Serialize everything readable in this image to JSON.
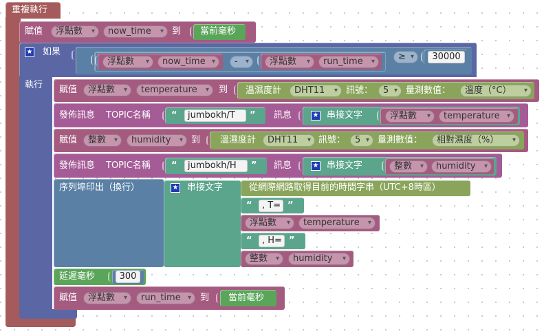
{
  "loop": {
    "label": "重複執行"
  },
  "assign1": {
    "label": "賦值",
    "type": "浮點數",
    "var": "now_time",
    "to": "到",
    "value": "當前毫秒"
  },
  "if_block": {
    "label": "如果",
    "do_label": "執行",
    "cast1": "浮點數",
    "var1": "now_time",
    "op": "-",
    "cast2": "浮點數",
    "var2": "run_time",
    "compare": "≥",
    "number": "30000"
  },
  "assign_temp": {
    "label": "賦值",
    "type": "浮點數",
    "var": "temperature",
    "to": "到",
    "sensor": "溫濕度計",
    "model": "DHT11",
    "pin_label": "訊號：",
    "pin": "5",
    "measure_label": "量測數值：",
    "measure": "溫度（°C）"
  },
  "publish_temp": {
    "label": "發佈訊息",
    "topic_label": "TOPIC名稱",
    "topic": "jumbokh/T",
    "msg_label": "訊息",
    "join": "串接文字",
    "cast": "浮點數",
    "var": "temperature"
  },
  "assign_hum": {
    "label": "賦值",
    "type": "整數",
    "var": "humidity",
    "to": "到",
    "sensor": "溫濕度計",
    "model": "DHT11",
    "pin_label": "訊號：",
    "pin": "5",
    "measure_label": "量測數值：",
    "measure": "相對濕度（%）"
  },
  "publish_hum": {
    "label": "發佈訊息",
    "topic_label": "TOPIC名稱",
    "topic": "jumbokh/H",
    "msg_label": "訊息",
    "join": "串接文字",
    "cast": "整數",
    "var": "humidity"
  },
  "serial": {
    "label": "序列埠印出（換行）",
    "join": "串接文字",
    "time_text": "從網際網路取得目前的時間字串（UTC+8時區）",
    "t_text": ", T=",
    "cast_t": "浮點數",
    "var_t": "temperature",
    "h_text": ", H=",
    "cast_h": "整數",
    "var_h": "humidity"
  },
  "delay": {
    "label": "延遲毫秒",
    "value": "300"
  },
  "assign_run": {
    "label": "賦值",
    "type": "浮點數",
    "var": "run_time",
    "to": "到",
    "value": "當前毫秒"
  },
  "colors": {
    "control": "#a55b5b",
    "variable": "#a55b80",
    "logic": "#5b67a5",
    "math": "#5b80a5",
    "sensor": "#8aa55b",
    "text": "#5ba58c",
    "loop": "#5ba55b",
    "publish": "#745ba5"
  }
}
